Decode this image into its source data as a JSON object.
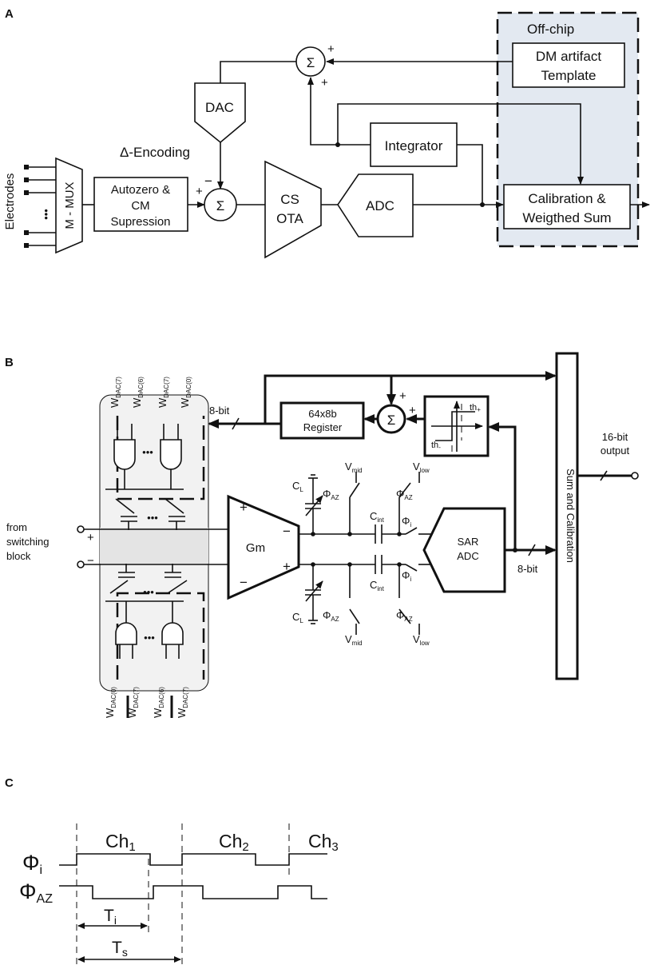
{
  "panel_a": {
    "label": "A",
    "offchip_label": "Off-chip",
    "dm_artifact_line1": "DM artifact",
    "dm_artifact_line2": "Template",
    "dac": "DAC",
    "delta_encoding": "Δ-Encoding",
    "integrator": "Integrator",
    "electrodes": "Electrodes",
    "mux": "M - MUX",
    "autozero_line1": "Autozero &",
    "autozero_line2": "CM",
    "autozero_line3": "Supression",
    "ota_line1": "CS",
    "ota_line2": "OTA",
    "adc": "ADC",
    "calib_line1": "Calibration &",
    "calib_line2": "Weigthed Sum",
    "sum_symbol": "Σ",
    "plus": "+",
    "minus": "−",
    "ellipsis": "•••"
  },
  "panel_b": {
    "label": "B",
    "eight_bit_top": "8-bit",
    "register_line1": "64x8b",
    "register_line2": "Register",
    "th_plus": "th",
    "th_plus_sub": "+",
    "th_minus": "th",
    "th_minus_sub": "-",
    "sum_calibration": "Sum and Calibration",
    "output_line1": "16-bit",
    "output_line2": "output",
    "from_line1": "from",
    "from_line2": "switching",
    "from_line3": "block",
    "gm": "Gm",
    "cl": "C",
    "cl_sub": "L",
    "cint": "C",
    "cint_sub": "int",
    "vmid": "V",
    "vmid_sub": "mid",
    "vlow": "V",
    "vlow_sub": "low",
    "phi": "Φ",
    "az_sub": "AZ",
    "i_sub": "i",
    "sar_line1": "SAR",
    "sar_line2": "ADC",
    "eight_bit_bottom": "8-bit",
    "w": "W",
    "wdac_top": [
      "DAC(7)",
      "DAC(6)",
      "DAC(7)",
      "DAC(0)"
    ],
    "wdac_bottom": [
      "DAC(0)",
      "DAC(7)",
      "DAC(6)",
      "DAC(7)"
    ],
    "plus": "+",
    "minus": "−",
    "ellipsis": "•••",
    "sum_symbol": "Σ"
  },
  "panel_c": {
    "label": "C",
    "ch1": "Ch",
    "ch1_sub": "1",
    "ch2": "Ch",
    "ch2_sub": "2",
    "ch3": "Ch",
    "ch3_sub": "3",
    "phi": "Φ",
    "phi_i_sub": "i",
    "phi_az_sub": "AZ",
    "t": "T",
    "ti_sub": "i",
    "ts_sub": "s"
  }
}
